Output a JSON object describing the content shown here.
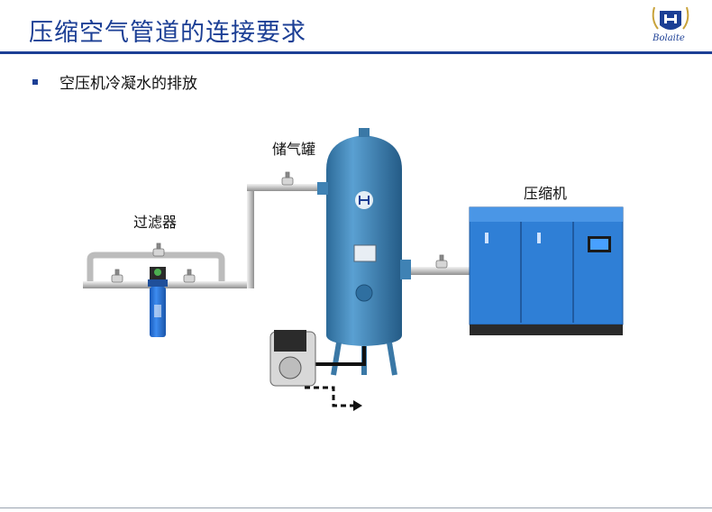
{
  "slide": {
    "title": "压缩空气管道的连接要求",
    "bullet": "空压机冷凝水的排放"
  },
  "logo": {
    "text": "Bolaite"
  },
  "diagram": {
    "labels": {
      "tank": "储气罐",
      "filter": "过滤器",
      "compressor": "压缩机"
    }
  },
  "colors": {
    "brand": "#1c3f95",
    "tank": "#3f82b4",
    "compressor": "#2f7fd6",
    "filter": "#1f6fd0",
    "pipe": "#c9c9c9"
  }
}
